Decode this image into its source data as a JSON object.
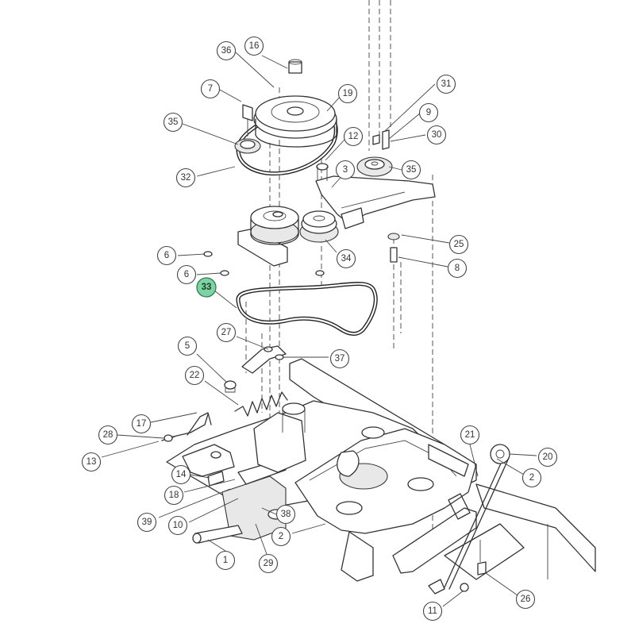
{
  "highlighted_part": "33",
  "callouts": [
    {
      "label": "36"
    },
    {
      "label": "16"
    },
    {
      "label": "7"
    },
    {
      "label": "19"
    },
    {
      "label": "31"
    },
    {
      "label": "9"
    },
    {
      "label": "30"
    },
    {
      "label": "35"
    },
    {
      "label": "12"
    },
    {
      "label": "3"
    },
    {
      "label": "35"
    },
    {
      "label": "32"
    },
    {
      "label": "25"
    },
    {
      "label": "8"
    },
    {
      "label": "6"
    },
    {
      "label": "34"
    },
    {
      "label": "6"
    },
    {
      "label": "33"
    },
    {
      "label": "27"
    },
    {
      "label": "37"
    },
    {
      "label": "5"
    },
    {
      "label": "22"
    },
    {
      "label": "17"
    },
    {
      "label": "28"
    },
    {
      "label": "13"
    },
    {
      "label": "14"
    },
    {
      "label": "18"
    },
    {
      "label": "39"
    },
    {
      "label": "10"
    },
    {
      "label": "38"
    },
    {
      "label": "2"
    },
    {
      "label": "29"
    },
    {
      "label": "1"
    },
    {
      "label": "21"
    },
    {
      "label": "20"
    },
    {
      "label": "2"
    },
    {
      "label": "26"
    },
    {
      "label": "11"
    }
  ]
}
